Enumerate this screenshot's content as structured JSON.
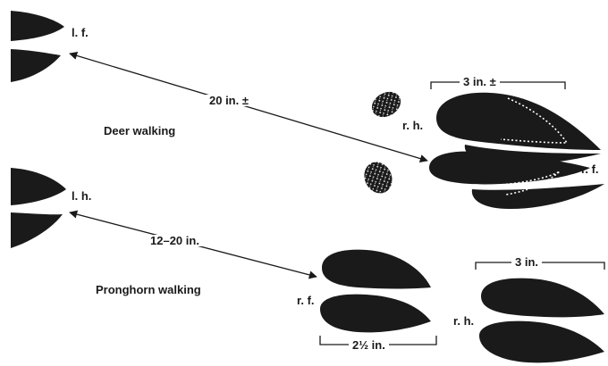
{
  "labels": {
    "deer_lf": "l. f.",
    "deer_distance": "20 in. ±",
    "deer_caption": "Deer walking",
    "deer_rh": "r. h.",
    "deer_rf": "r. f.",
    "deer_width": "3 in. ±",
    "pronghorn_lh": "l. h.",
    "pronghorn_distance": "12–20 in.",
    "pronghorn_caption": "Pronghorn walking",
    "pronghorn_rf": "r. f.",
    "pronghorn_width": "2½ in.",
    "pronghorn_rh": "r. h.",
    "pronghorn_width2": "3 in."
  },
  "colors": {
    "ink": "#1a1a1a",
    "paper": "#ffffff",
    "dewclaw_speckle": "#ffffff"
  }
}
